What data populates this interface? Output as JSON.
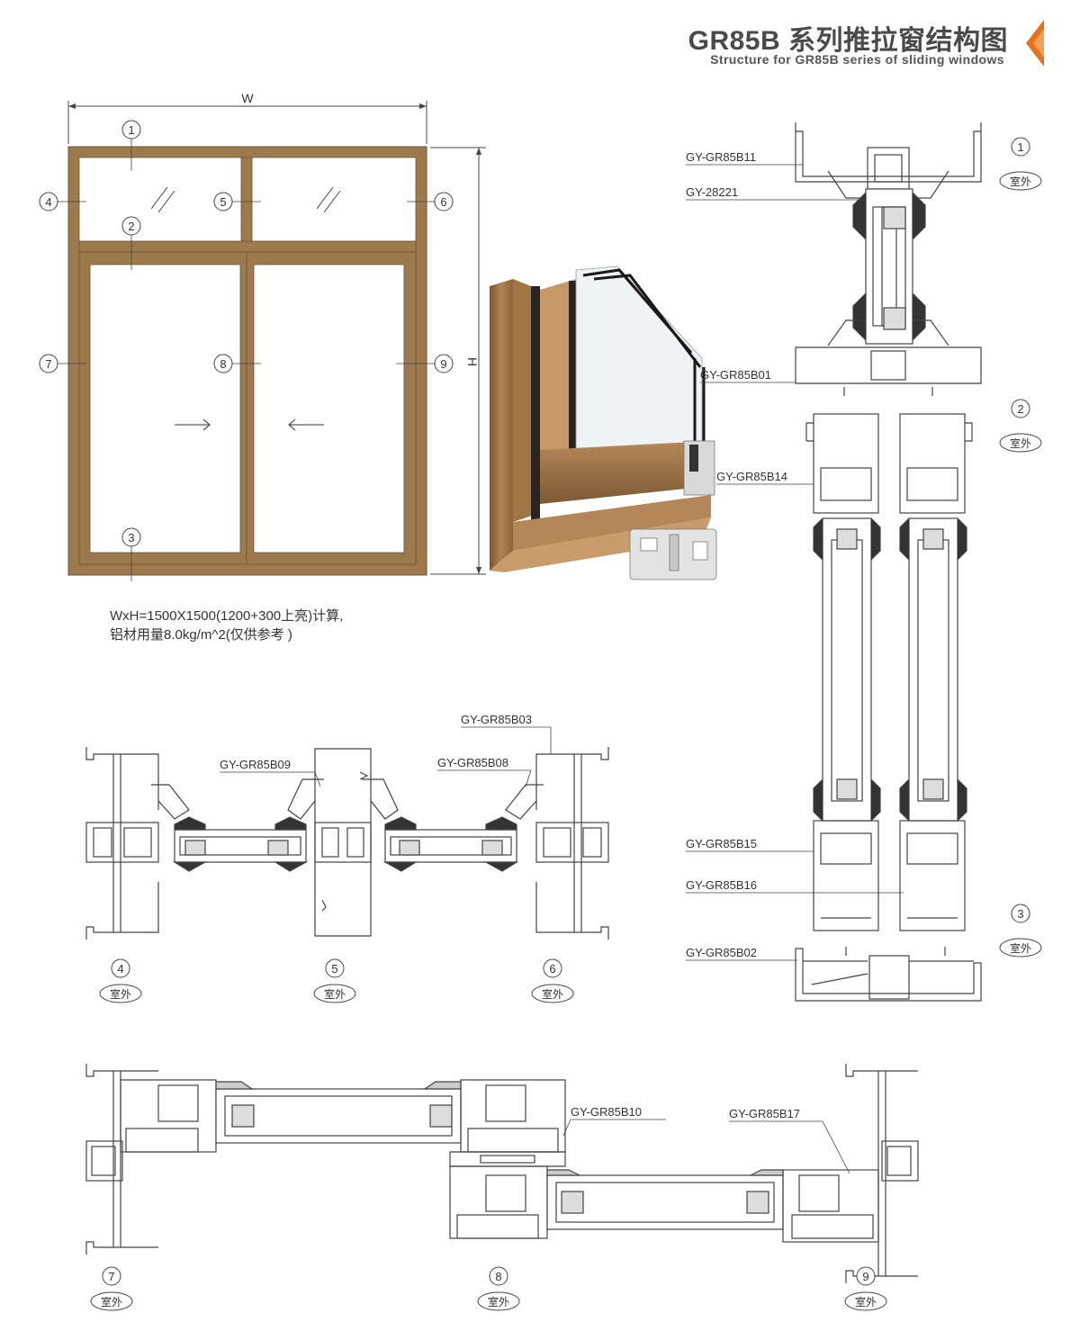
{
  "header": {
    "title": "GR85B 系列推拉窗结构图",
    "subtitle": "Structure for GR85B series of sliding windows",
    "accent_color": "#e8721c"
  },
  "elevation": {
    "width_label": "W",
    "height_label": "H",
    "frame_color": "#9c7a4e",
    "callouts": [
      "1",
      "2",
      "3",
      "4",
      "5",
      "6",
      "7",
      "8",
      "9"
    ]
  },
  "note": {
    "line1": "WxH=1500X1500(1200+300上亮)计算,",
    "line2": "铝材用量8.0kg/m^2(仅供参考 )"
  },
  "vertical_section": {
    "labels": [
      "GY-GR85B11",
      "GY-28221",
      "GY-GR85B01",
      "GY-GR85B14",
      "GY-GR85B15",
      "GY-GR85B16",
      "GY-GR85B02"
    ],
    "callouts": [
      "1",
      "2",
      "3"
    ],
    "outside": "室外"
  },
  "transom_section": {
    "labels": [
      "GY-GR85B03",
      "GY-GR85B09",
      "GY-GR85B08"
    ],
    "callouts": [
      "4",
      "5",
      "6"
    ],
    "outside": "室外"
  },
  "sash_section": {
    "labels": [
      "GY-GR85B10",
      "GY-GR85B17"
    ],
    "callouts": [
      "7",
      "8",
      "9"
    ],
    "outside": "室外"
  }
}
